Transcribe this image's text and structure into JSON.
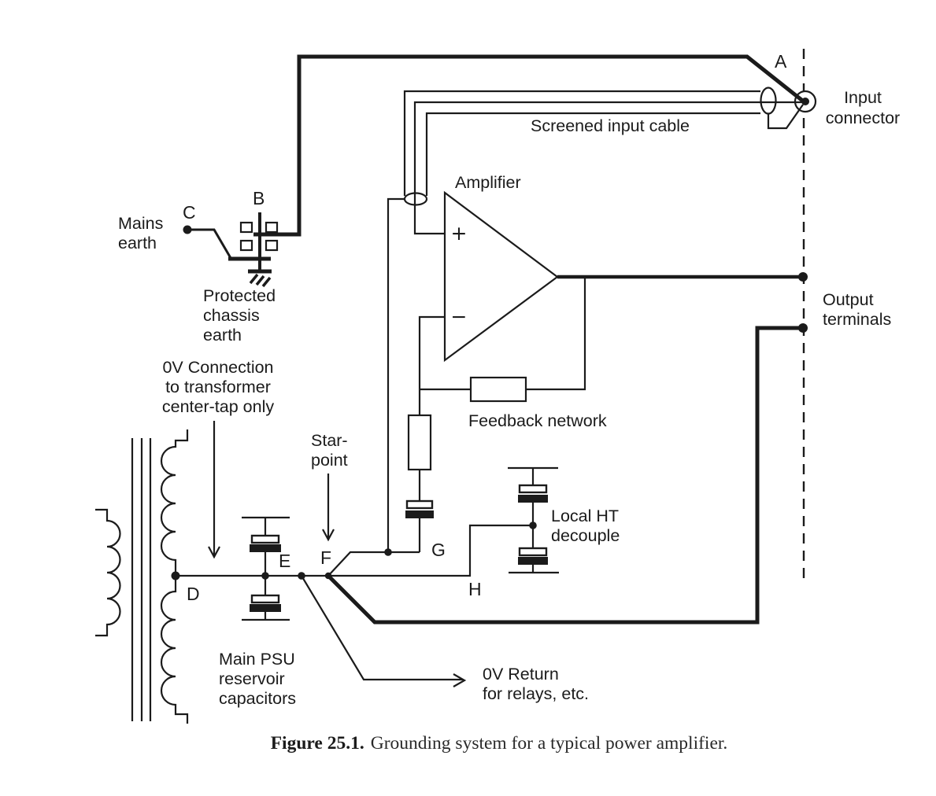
{
  "diagram": {
    "colors": {
      "ink": "#1b1b1b",
      "background": "#ffffff"
    },
    "labels": {
      "screened_input_cable": "Screened input cable",
      "amplifier": "Amplifier",
      "input_connector_line1": "Input",
      "input_connector_line2": "connector",
      "output_terminals_line1": "Output",
      "output_terminals_line2": "terminals",
      "mains_earth_line1": "Mains",
      "mains_earth_line2": "earth",
      "protected_chassis_line1": "Protected",
      "protected_chassis_line2": "chassis",
      "protected_chassis_line3": "earth",
      "zero_v_connection_line1": "0V Connection",
      "zero_v_connection_line2": "to transformer",
      "zero_v_connection_line3": "center-tap only",
      "star_point_line1": "Star-",
      "star_point_line2": "point",
      "feedback_network": "Feedback network",
      "local_ht_line1": "Local HT",
      "local_ht_line2": "decouple",
      "main_psu_line1": "Main PSU",
      "main_psu_line2": "reservoir",
      "main_psu_line3": "capacitors",
      "zero_v_return_line1": "0V Return",
      "zero_v_return_line2": "for relays, etc.",
      "plus_sign": "+",
      "minus_sign": "−"
    },
    "node_letters": {
      "a": "A",
      "b": "B",
      "c": "C",
      "d": "D",
      "e": "E",
      "f": "F",
      "g": "G",
      "h": "H"
    },
    "caption": {
      "figure_label": "Figure 25.1.",
      "text": "Grounding system for a typical power amplifier."
    }
  }
}
